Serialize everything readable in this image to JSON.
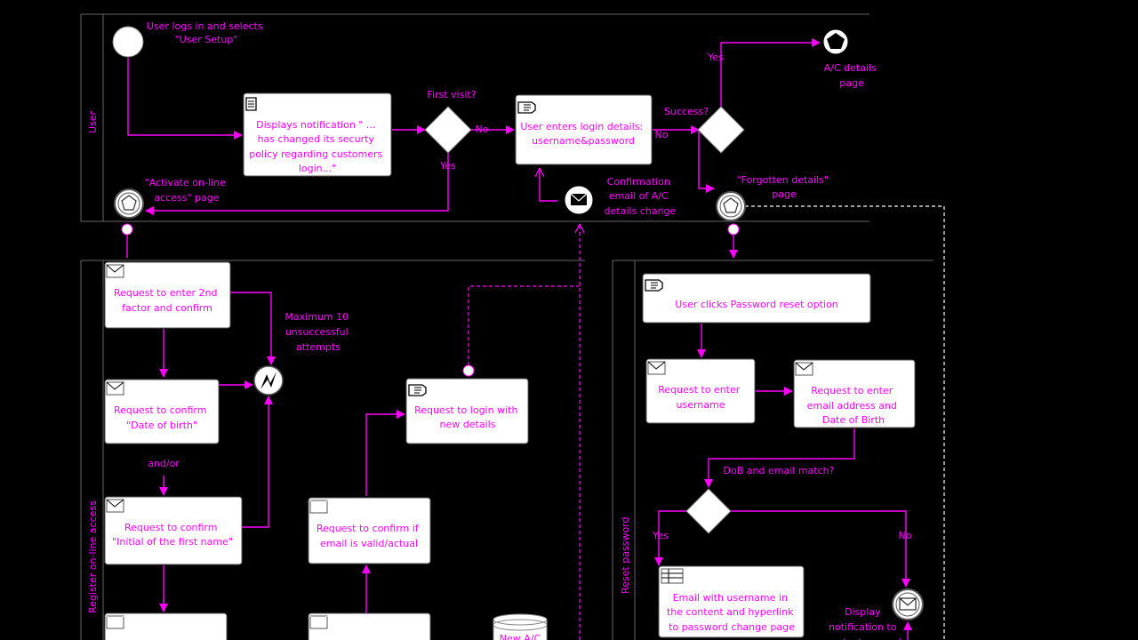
{
  "lanes": {
    "user": "User",
    "register": "Register on-line access",
    "reset": "Reset password"
  },
  "events": {
    "start": "User logs in and selects\n\"User Setup\"",
    "ac_details": "A/C details\npage",
    "activate": "\"Activate on-line\naccess\" page",
    "forgotten": "\"Forgotten details\"\npage",
    "confirmation": "Confirmation\nemail of A/C\ndetails change",
    "max_attempts": "Maximum 10\nunsuccessful\nattempts",
    "display_notification": "Display\nnotification to\ncontact support"
  },
  "tasks": {
    "notification": "Displays notification \" ...\nhas changed its securty\npolicy regarding customers\nlogin...\"",
    "login": "User enters login details:\nusername&password",
    "second_factor": "Request to enter 2nd\nfactor and confirm",
    "dob": "Request to confirm\n\"Date of birth\"",
    "initial": "Request to confirm\n\"Initial of the first name\"",
    "email_valid": "Request to confirm if\nemail is valid/actual",
    "login_new": "Request to login with\nnew details",
    "pwd_reset": "User clicks Password reset option",
    "enter_username": "Request to enter\nusername",
    "enter_email": "Request to enter\nemail address and\nDate of Birth",
    "email_username": "Email with username in\nthe content and hyperlink\nto password change page",
    "new_ac": "New A/C"
  },
  "gateways": {
    "first_visit": "First visit?",
    "success": "Success?",
    "dob_match": "DoB and email match?"
  },
  "edge_labels": {
    "no": "No",
    "yes": "Yes",
    "andor": "and/or"
  },
  "colors": {
    "accent": "#ff00ff",
    "background": "#000000",
    "task_fill": "#ffffff"
  }
}
